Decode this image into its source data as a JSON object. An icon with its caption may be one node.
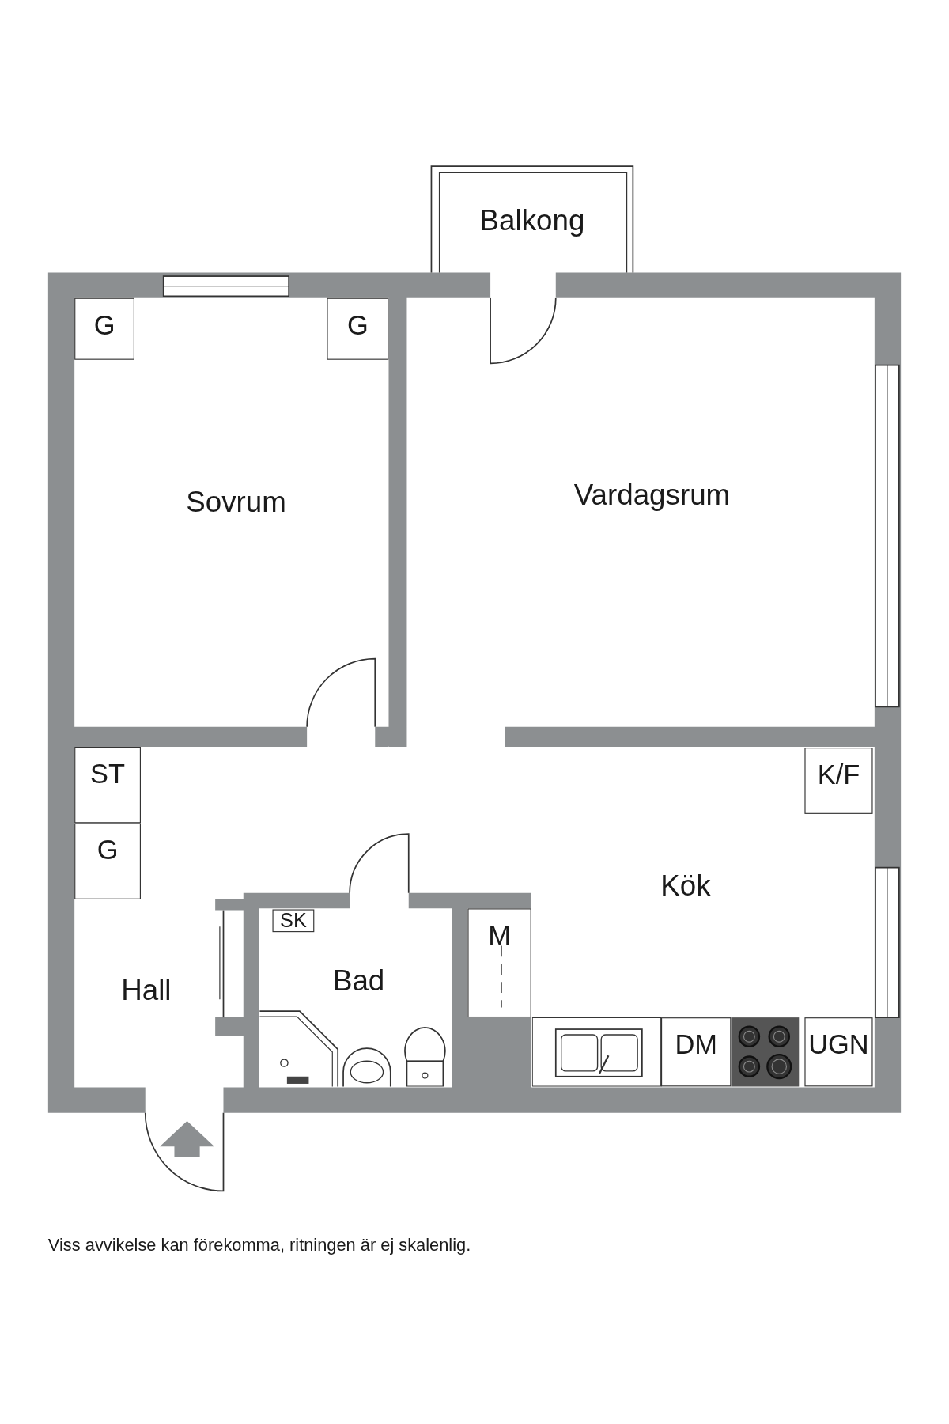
{
  "diagram": {
    "caption": "Viss avvikelse kan förekomma, ritningen är ej skalenlig.",
    "nodes": [
      {
        "text": [
          "Balkong"
        ]
      },
      {
        "text": [
          "Sovrum"
        ]
      },
      {
        "text": [
          "G"
        ],
        "in": 1
      },
      {
        "text": [
          "G"
        ],
        "in": 1
      },
      {
        "text": [
          "Vardagsrum"
        ]
      },
      {
        "text": [
          "Hall"
        ]
      },
      {
        "text": [
          "ST"
        ],
        "in": 5
      },
      {
        "text": [
          "G"
        ],
        "in": 5
      },
      {
        "text": [
          "Bad"
        ]
      },
      {
        "text": [
          "SK"
        ],
        "in": 8
      },
      {
        "text": [
          "Kök"
        ]
      },
      {
        "text": [
          "K/F"
        ],
        "in": 10
      },
      {
        "text": [
          "M"
        ]
      },
      {
        "text": [
          "DM"
        ],
        "in": 10
      },
      {
        "text": [
          "UGN"
        ],
        "in": 10
      }
    ]
  }
}
